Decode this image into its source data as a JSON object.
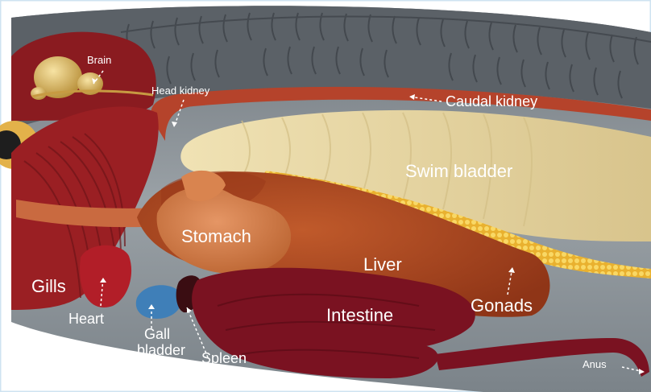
{
  "labels": {
    "brain": "Brain",
    "head_kidney": "Head kidney",
    "caudal_kidney": "Caudal kidney",
    "swim_bladder": "Swim bladder",
    "stomach": "Stomach",
    "liver": "Liver",
    "gills": "Gills",
    "heart": "Heart",
    "gall_bladder_line1": "Gall",
    "gall_bladder_line2": "bladder",
    "spleen": "Spleen",
    "intestine": "Intestine",
    "gonads": "Gonads",
    "anus": "Anus"
  },
  "colors": {
    "body_grey": "#8a9196",
    "back_stripe": "#5d6369",
    "kidney": "#b5432b",
    "swim_bladder": "#e6d6a4",
    "liver": "#a8431f",
    "stomach": "#d07a4a",
    "gills": "#9a1f23",
    "intestine": "#7a1221",
    "gonad_eggs": "#f2c23e",
    "gall_bladder": "#3f7fb8",
    "brain": "#d9b15a"
  }
}
